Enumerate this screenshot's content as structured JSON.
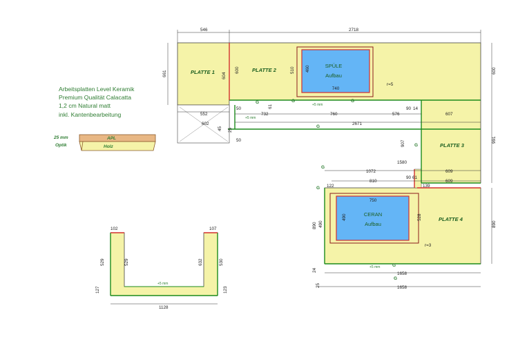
{
  "legend": {
    "line1": "Arbeitsplatten Level Keramik",
    "line2": "Premium Qualität Calacatta",
    "line3": "1,2 cm Natural matt",
    "line4": "inkl. Kantenbearbeitung"
  },
  "swatch": {
    "thickness": "25 mm",
    "optik": "Optik",
    "apl": "APL",
    "holz": "Holz"
  },
  "plates": {
    "p1": "PLATTE 1",
    "p2": "PLATTE 2",
    "p3": "PLATTE 3",
    "p4": "PLATTE 4"
  },
  "sink": {
    "name": "SPÜLE",
    "type": "Aufbau",
    "width": "740",
    "height": "460",
    "radius": "r=5"
  },
  "cooktop": {
    "name": "CERAN",
    "type": "Aufbau",
    "width": "750",
    "height": "490",
    "radius": "r=3"
  },
  "dims": {
    "top_left": "546",
    "top_total": "2718",
    "p1_height": "661",
    "p1_inner": "604",
    "p2_height": "600",
    "sink_offset": "510",
    "d552": "552",
    "d602": "602",
    "d732": "732",
    "d760": "760",
    "d576": "576",
    "d2671": "2671",
    "d607": "607",
    "d90": "90",
    "d14": "14",
    "d50a": "50",
    "d50b": "50",
    "d61": "61",
    "d45": "45",
    "d25a": "25",
    "right_600": "600",
    "right_991": "991",
    "right_890": "890",
    "d907": "907",
    "d1580": "1580",
    "d1072": "1072",
    "d609a": "609",
    "d609b": "609",
    "d810": "810",
    "d90b": "90",
    "d61b": "61",
    "d139": "139",
    "d122": "122",
    "p4_left": "890",
    "p4_sink": "490",
    "p4_sink2": "528",
    "d24": "24",
    "d1658a": "1658",
    "d1658b": "1658",
    "d25b": "25",
    "d5mm": "+5 mm",
    "g": "G"
  },
  "u_shape": {
    "top_left": "102",
    "top_right": "107",
    "left_outer": "529",
    "left_inner": "529",
    "right_inner": "632",
    "right_outer": "530",
    "bottom_left": "127",
    "bottom_right": "123",
    "bottom_total": "1128",
    "inner_mark": "+5 mm"
  }
}
